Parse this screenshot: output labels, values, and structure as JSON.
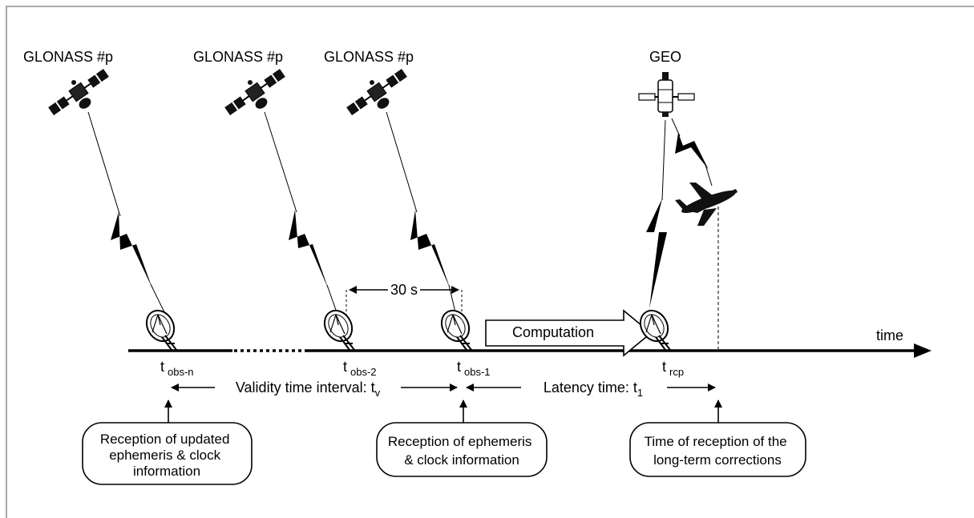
{
  "satellites": [
    {
      "label": "GLONASS #p"
    },
    {
      "label": "GLONASS #p"
    },
    {
      "label": "GLONASS #p"
    },
    {
      "label": "GEO"
    }
  ],
  "interval_label": "30 s",
  "computation_label": "Computation",
  "time_axis_label": "time",
  "epochs": [
    {
      "base": "t",
      "sub": "obs-n"
    },
    {
      "base": "t",
      "sub": "obs-2"
    },
    {
      "base": "t",
      "sub": "obs-1"
    },
    {
      "base": "t",
      "sub": "rcp"
    }
  ],
  "validity": {
    "text": "Validity time interval:  t",
    "sub": "v"
  },
  "latency": {
    "text": "Latency time:  t",
    "sub": "1"
  },
  "boxes": [
    {
      "lines": [
        "Reception of updated",
        "ephemeris & clock",
        "information"
      ]
    },
    {
      "lines": [
        "Reception of ephemeris",
        "& clock information"
      ]
    },
    {
      "lines": [
        "Time of reception of the",
        "long-term corrections"
      ]
    }
  ]
}
